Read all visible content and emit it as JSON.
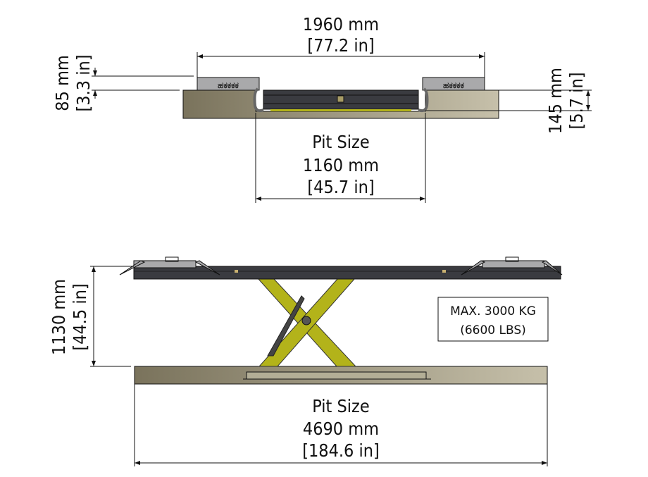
{
  "top_view": {
    "width_mm": "1960 mm",
    "width_in": "[77.2 in]",
    "ramp_height_mm": "85 mm",
    "ramp_height_in": "[3.3 in]",
    "pit_depth_mm": "145 mm",
    "pit_depth_in": "[5.7 in]",
    "pit_label": "Pit Size",
    "pit_width_mm": "1160 mm",
    "pit_width_in": "[45.7 in]"
  },
  "side_view": {
    "height_mm": "1130 mm",
    "height_in": "[44.5 in]",
    "capacity_kg": "MAX. 3000 KG",
    "capacity_lbs": "(6600 LBS)",
    "pit_label": "Pit Size",
    "pit_length_mm": "4690 mm",
    "pit_length_in": "[184.6 in]"
  },
  "colors": {
    "scissor": "#b3b31a",
    "platform": "#3a3b40",
    "floor_dark": "#777058",
    "floor_light": "#c6c0aa"
  }
}
